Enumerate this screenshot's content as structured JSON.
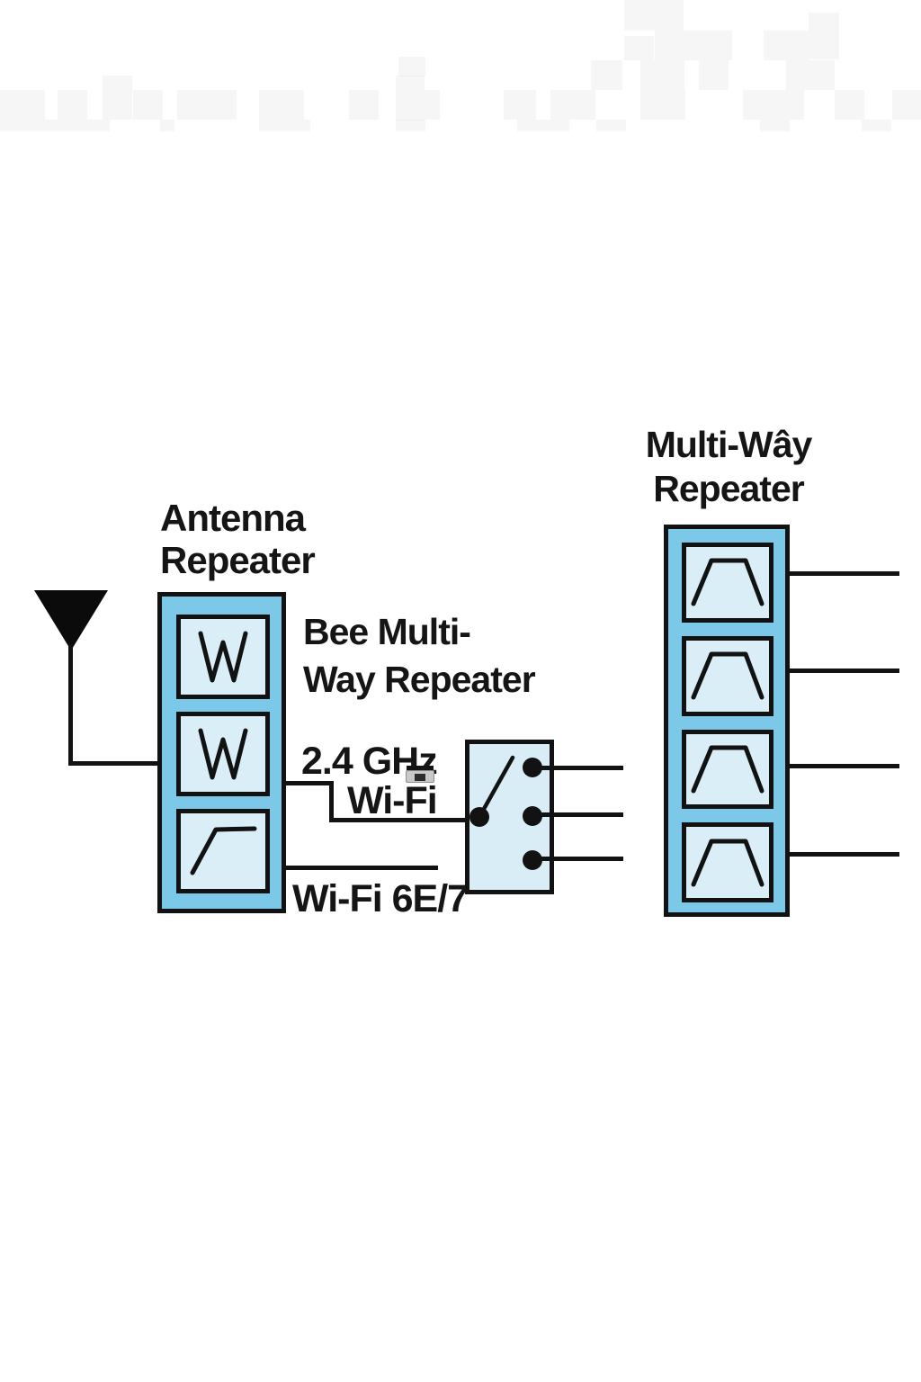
{
  "labels": {
    "antenna_repeater": {
      "line1": "Antenna",
      "line2": "Repeater"
    },
    "bee_repeater": {
      "line1": "Bee Multi-",
      "line2": "Way Repeater"
    },
    "multiway_repeater": {
      "line1": "Multi-Wây",
      "line2": "Repeater"
    },
    "freq": "2.4 GHz",
    "wifi": "Wi-Fi",
    "wifi6": "Wi-Fi 6E/7"
  },
  "units": {
    "left": {
      "name": "antenna-repeater-unit",
      "cells": [
        "band-stop",
        "band-stop",
        "high-pass"
      ]
    },
    "right": {
      "name": "multi-way-repeater-unit",
      "cells": [
        "band-pass",
        "band-pass",
        "band-pass",
        "band-pass"
      ]
    }
  },
  "switch": {
    "type": "sp3t-switch",
    "poles": 1,
    "throws": 3
  },
  "colors": {
    "unit_fill": "#7cc8e8",
    "cell_fill": "#d9eef7",
    "switch_fill": "#d8edf6",
    "line": "#121212",
    "text": "#151515",
    "glitch_fill": "#c9c9c9",
    "glitch_inner": "#2d2d2d"
  },
  "decor": {
    "noise_opacity": 0.035,
    "noise_blocks": [
      [
        694,
        0,
        66,
        34
      ],
      [
        899,
        14,
        34,
        52
      ],
      [
        728,
        34,
        86,
        33
      ],
      [
        849,
        34,
        50,
        33
      ],
      [
        694,
        40,
        33,
        27
      ],
      [
        657,
        67,
        35,
        33
      ],
      [
        712,
        67,
        49,
        33
      ],
      [
        777,
        67,
        33,
        33
      ],
      [
        874,
        67,
        54,
        33
      ],
      [
        443,
        63,
        30,
        22
      ],
      [
        440,
        84,
        32,
        50
      ],
      [
        472,
        100,
        17,
        33
      ],
      [
        0,
        100,
        50,
        33
      ],
      [
        64,
        100,
        33,
        33
      ],
      [
        114,
        84,
        33,
        49
      ],
      [
        148,
        100,
        33,
        33
      ],
      [
        197,
        100,
        66,
        33
      ],
      [
        288,
        100,
        50,
        33
      ],
      [
        388,
        100,
        33,
        33
      ],
      [
        560,
        100,
        36,
        33
      ],
      [
        612,
        100,
        50,
        33
      ],
      [
        712,
        100,
        50,
        33
      ],
      [
        826,
        100,
        68,
        33
      ],
      [
        928,
        100,
        33,
        33
      ],
      [
        992,
        100,
        32,
        33
      ],
      [
        0,
        133,
        122,
        13
      ],
      [
        178,
        133,
        16,
        13
      ],
      [
        288,
        133,
        57,
        13
      ],
      [
        440,
        133,
        33,
        13
      ],
      [
        575,
        133,
        58,
        13
      ],
      [
        663,
        133,
        33,
        13
      ],
      [
        845,
        133,
        33,
        13
      ],
      [
        958,
        133,
        33,
        13
      ]
    ]
  }
}
